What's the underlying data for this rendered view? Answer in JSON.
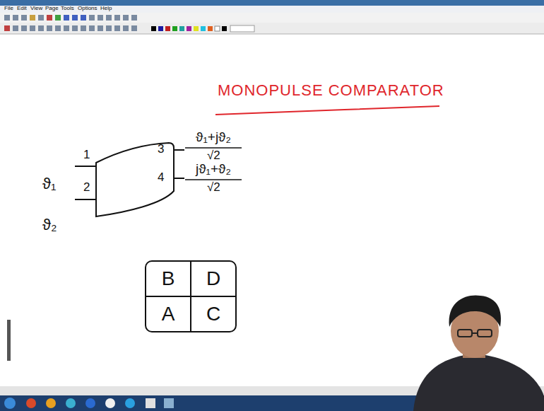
{
  "diagram": {
    "title": "MONOPULSE COMPARATOR",
    "nodes": [
      {
        "text": [
          "1",
          "2",
          "3",
          "4"
        ]
      },
      {
        "text": [
          "B"
        ]
      },
      {
        "text": [
          "D"
        ]
      },
      {
        "text": [
          "A"
        ]
      },
      {
        "text": [
          "C"
        ]
      }
    ],
    "labels": [
      "File",
      "Edit",
      "View",
      "Page",
      "Tools",
      "Options",
      "Help",
      "ϑ₁",
      "ϑ₂",
      "ϑ₁+jϑ₂",
      "√2",
      "jϑ₁+ϑ₂",
      "√2"
    ]
  }
}
